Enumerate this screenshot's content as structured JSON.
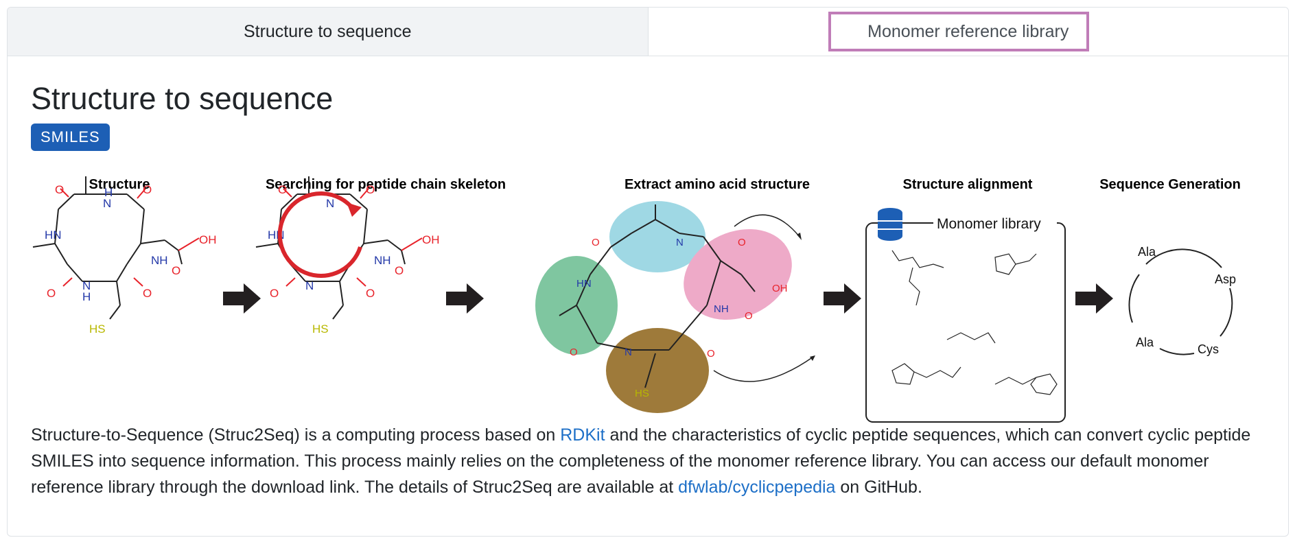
{
  "tabs": [
    {
      "label": "Structure to sequence"
    },
    {
      "label": "Monomer reference library"
    }
  ],
  "page": {
    "title": "Structure to sequence",
    "badge": "SMILES"
  },
  "figure": {
    "steps": [
      "Structure",
      "Searching for peptide chain skeleton",
      "Extract amino acid structure",
      "Structure alignment",
      "Sequence Generation"
    ],
    "atoms": {
      "o": "O",
      "oh": "OH",
      "nh": "NH",
      "h": "H",
      "n": "N",
      "hn": "HN",
      "hs": "HS"
    },
    "library_label": "Monomer library",
    "sequence": [
      "Ala",
      "Asp",
      "Cys",
      "Ala"
    ]
  },
  "description": {
    "part1": "Structure-to-Sequence (Struc2Seq) is a computing process based on ",
    "link1": "RDKit",
    "part2": " and the characteristics of cyclic peptide sequences, which can convert cyclic peptide SMILES into sequence information. This process mainly relies on the completeness of the monomer reference library. You can access our default monomer reference library through the download link. The details of Struc2Seq are available at ",
    "link2": "dfwlab/cyclicpepedia",
    "part3": " on GitHub."
  },
  "colors": {
    "accent": "#1d5fb5",
    "tab_highlight": "#c07db8",
    "oxygen": "#e8222a",
    "nitrogen": "#2338a8",
    "sulfur": "#b8b800",
    "cyan_region": "#9fd8e4",
    "green_region": "#7fc6a0",
    "pink_region": "#eeaac8",
    "brown_region": "#9e7a3a"
  },
  "icons": [
    "database-icon",
    "arrow-right-icon",
    "cycle-arrow-icon"
  ]
}
